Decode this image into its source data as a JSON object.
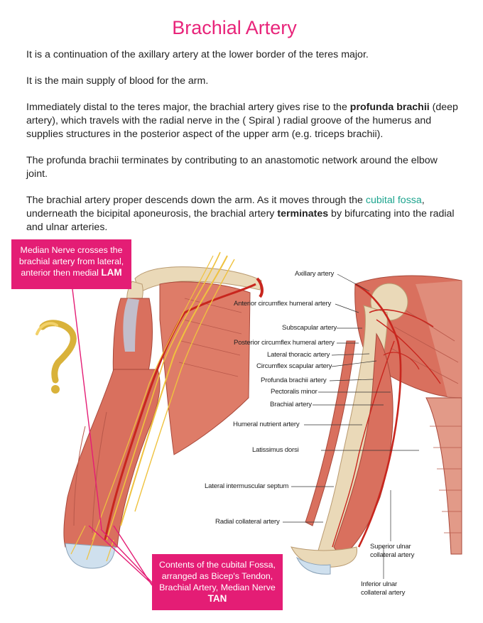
{
  "title": "Brachial Artery",
  "paragraphs": {
    "p1": "It is a continuation of the axillary artery at the lower border of the teres major.",
    "p2": "It is the main supply of blood for the arm.",
    "p3_pre": "Immediately distal to the teres major, the brachial artery gives rise to the ",
    "p3_bold": "profunda brachii",
    "p3_post": " (deep artery), which travels with the radial nerve in the ( Spiral ) radial groove of the humerus and supplies structures in the posterior aspect of the upper arm (e.g. triceps brachii).",
    "p4": "The profunda brachii terminates by contributing to an anastomotic network around the elbow joint.",
    "p5_pre": "The brachial artery proper descends down the arm. As it moves through the ",
    "p5_link": "cubital fossa",
    "p5_mid": ", underneath the bicipital aponeurosis, the brachial artery ",
    "p5_bold": "terminates",
    "p5_post": " by bifurcating into the radial and ulnar arteries."
  },
  "callouts": {
    "top_text": "Median Nerve crosses the brachial artery from lateral, anterior then medial ",
    "top_bold": "LAM",
    "bottom_text": "Contents of the cubital Fossa, arranged as Bicep's Tendon, Brachial Artery, Median Nerve ",
    "bottom_bold": "TAN"
  },
  "figure_labels": {
    "axillary": "Axillary artery",
    "ant_circumflex": "Anterior circumflex humeral artery",
    "subscapular": "Subscapular artery",
    "post_circumflex": "Posterior circumflex humeral artery",
    "lateral_thoracic": "Lateral thoracic artery",
    "circumflex_scapular": "Circumflex scapular artery",
    "profunda": "Profunda brachii artery",
    "pect_minor": "Pectoralis minor",
    "brachial": "Brachial artery",
    "humeral_nutrient": "Humeral nutrient artery",
    "latissimus": "Latissimus dorsi",
    "lat_septum": "Lateral intermuscular septum",
    "radial_collateral": "Radial collateral artery",
    "superior_ulnar_1": "Superior ulnar",
    "superior_ulnar_2": "collateral artery",
    "inferior_ulnar_1": "Inferior ulnar",
    "inferior_ulnar_2": "collateral artery"
  },
  "colors": {
    "title": "#e8247a",
    "callout_bg": "#e41d75",
    "link": "#1ca48e",
    "muscle": "#d9705e",
    "bone": "#ead9b8",
    "artery": "#c8261e",
    "nerve": "#efc23f"
  }
}
